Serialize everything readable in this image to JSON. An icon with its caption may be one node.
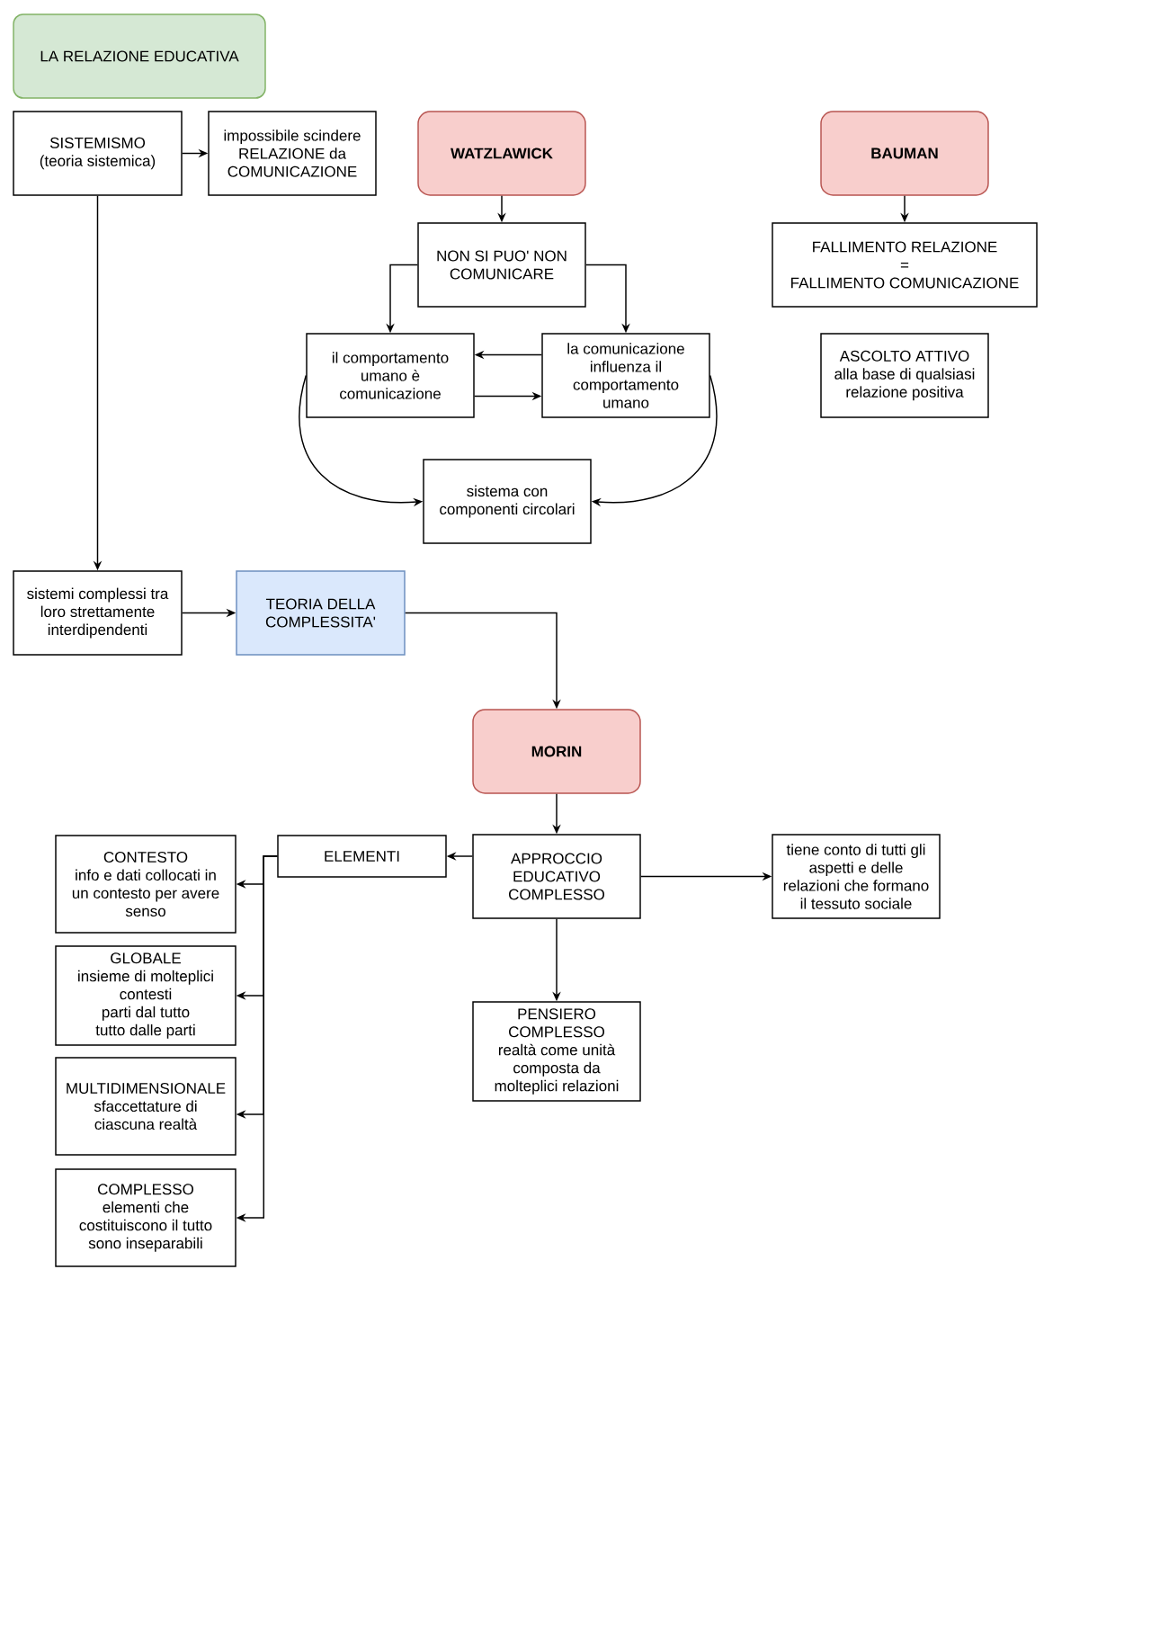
{
  "diagram": {
    "nodes": [
      {
        "text": [
          "LA RELAZIONE EDUCATIVA"
        ]
      },
      {
        "text": [
          "SISTEMISMO",
          "(teoria sistemica)"
        ]
      },
      {
        "text": [
          "impossibile scindere RELAZIONE da COMUNICAZIONE"
        ]
      },
      {
        "text": [
          "WATZLAWICK"
        ]
      },
      {
        "text": [
          "BAUMAN"
        ]
      },
      {
        "text": [
          "NON SI PUO' NON COMUNICARE"
        ]
      },
      {
        "text": [
          "FALLIMENTO RELAZIONE",
          "=",
          "FALLIMENTO COMUNICAZIONE"
        ]
      },
      {
        "text": [
          "il comportamento umano è comunicazione"
        ]
      },
      {
        "text": [
          "la comunicazione influenza il comportamento umano"
        ]
      },
      {
        "text": [
          "ASCOLTO ATTIVO",
          "alla base di qualsiasi relazione positiva"
        ]
      },
      {
        "text": [
          "sistema con componenti circolari"
        ]
      },
      {
        "text": [
          "sistemi complessi tra loro strettamente interdipendenti"
        ]
      },
      {
        "text": [
          "TEORIA DELLA COMPLESSITA'"
        ]
      },
      {
        "text": [
          "MORIN"
        ]
      },
      {
        "text": [
          "CONTESTO",
          "info e dati collocati in un contesto per avere senso"
        ]
      },
      {
        "text": [
          "ELEMENTI"
        ]
      },
      {
        "text": [
          "APPROCCIO EDUCATIVO COMPLESSO"
        ]
      },
      {
        "text": [
          "tiene conto di tutti gli aspetti e delle relazioni che formano il tessuto sociale"
        ]
      },
      {
        "text": [
          "GLOBALE",
          "insieme di molteplici contesti",
          "parti dal tutto",
          "tutto dalle parti"
        ]
      },
      {
        "text": [
          "PENSIERO COMPLESSO",
          "realtà come unità composta da molteplici relazioni"
        ]
      },
      {
        "text": [
          "MULTIDIMENSIONALE",
          "sfaccettature di ciascuna realtà"
        ]
      },
      {
        "text": [
          "COMPLESSO",
          "elementi che costituiscono il tutto sono inseparabili"
        ]
      }
    ],
    "edges": [
      {
        "from": 1,
        "to": 2,
        "arrow": "to"
      },
      {
        "from": 1,
        "to": 11,
        "arrow": "to"
      },
      {
        "from": 3,
        "to": 5,
        "arrow": "to"
      },
      {
        "from": 4,
        "to": 6,
        "arrow": "to"
      },
      {
        "from": 5,
        "to": 7,
        "arrow": "to"
      },
      {
        "from": 5,
        "to": 8,
        "arrow": "to"
      },
      {
        "from": 8,
        "to": 7,
        "arrow": "to"
      },
      {
        "from": 7,
        "to": 8,
        "arrow": "to"
      },
      {
        "from": 7,
        "to": 10,
        "arrow": "to"
      },
      {
        "from": 8,
        "to": 10,
        "arrow": "to"
      },
      {
        "from": 11,
        "to": 12,
        "arrow": "to"
      },
      {
        "from": 12,
        "to": 13,
        "arrow": "to"
      },
      {
        "from": 13,
        "to": 16,
        "arrow": "to"
      },
      {
        "from": 16,
        "to": 15,
        "arrow": "to"
      },
      {
        "from": 16,
        "to": 17,
        "arrow": "to"
      },
      {
        "from": 16,
        "to": 19,
        "arrow": "to"
      },
      {
        "from": 15,
        "to": 14,
        "arrow": "to"
      },
      {
        "from": 15,
        "to": 18,
        "arrow": "to"
      },
      {
        "from": 15,
        "to": 20,
        "arrow": "to"
      },
      {
        "from": 15,
        "to": 21,
        "arrow": "to"
      }
    ]
  }
}
